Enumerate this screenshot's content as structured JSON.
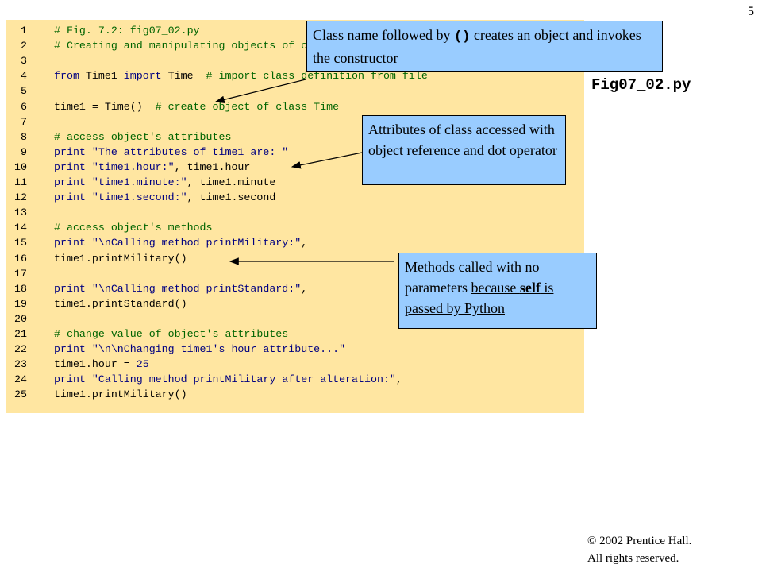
{
  "slide_number": "5",
  "filename": "Fig07_02.py",
  "code_lines": [
    {
      "num": "1",
      "parts": [
        {
          "t": "# Fig. 7.2: fig07_02.py",
          "c": "cm"
        }
      ]
    },
    {
      "num": "2",
      "parts": [
        {
          "t": "# Creating and manipulating objects of class Time.",
          "c": "cm"
        }
      ]
    },
    {
      "num": "3",
      "parts": []
    },
    {
      "num": "4",
      "parts": [
        {
          "t": "from",
          "c": "kw"
        },
        {
          "t": " Time1 ",
          "c": "plain"
        },
        {
          "t": "import",
          "c": "kw"
        },
        {
          "t": " Time  ",
          "c": "plain"
        },
        {
          "t": "# import class definition from file",
          "c": "cm"
        }
      ]
    },
    {
      "num": "5",
      "parts": []
    },
    {
      "num": "6",
      "parts": [
        {
          "t": "time1 = Time()  ",
          "c": "plain"
        },
        {
          "t": "# create object of class Time",
          "c": "cm"
        }
      ]
    },
    {
      "num": "7",
      "parts": []
    },
    {
      "num": "8",
      "parts": [
        {
          "t": "# access object's attributes",
          "c": "cm"
        }
      ]
    },
    {
      "num": "9",
      "parts": [
        {
          "t": "print",
          "c": "kw"
        },
        {
          "t": " ",
          "c": "plain"
        },
        {
          "t": "\"The attributes of time1 are: \"",
          "c": "str"
        }
      ]
    },
    {
      "num": "10",
      "parts": [
        {
          "t": "print",
          "c": "kw"
        },
        {
          "t": " ",
          "c": "plain"
        },
        {
          "t": "\"time1.hour:\"",
          "c": "str"
        },
        {
          "t": ", time1.hour",
          "c": "plain"
        }
      ]
    },
    {
      "num": "11",
      "parts": [
        {
          "t": "print",
          "c": "kw"
        },
        {
          "t": " ",
          "c": "plain"
        },
        {
          "t": "\"time1.minute:\"",
          "c": "str"
        },
        {
          "t": ", time1.minute",
          "c": "plain"
        }
      ]
    },
    {
      "num": "12",
      "parts": [
        {
          "t": "print",
          "c": "kw"
        },
        {
          "t": " ",
          "c": "plain"
        },
        {
          "t": "\"time1.second:\"",
          "c": "str"
        },
        {
          "t": ", time1.second",
          "c": "plain"
        }
      ]
    },
    {
      "num": "13",
      "parts": []
    },
    {
      "num": "14",
      "parts": [
        {
          "t": "# access object's methods",
          "c": "cm"
        }
      ]
    },
    {
      "num": "15",
      "parts": [
        {
          "t": "print",
          "c": "kw"
        },
        {
          "t": " ",
          "c": "plain"
        },
        {
          "t": "\"\\nCalling method printMilitary:\"",
          "c": "str"
        },
        {
          "t": ",",
          "c": "plain"
        }
      ]
    },
    {
      "num": "16",
      "parts": [
        {
          "t": "time1.printMilitary()",
          "c": "plain"
        }
      ]
    },
    {
      "num": "17",
      "parts": []
    },
    {
      "num": "18",
      "parts": [
        {
          "t": "print",
          "c": "kw"
        },
        {
          "t": " ",
          "c": "plain"
        },
        {
          "t": "\"\\nCalling method printStandard:\"",
          "c": "str"
        },
        {
          "t": ",",
          "c": "plain"
        }
      ]
    },
    {
      "num": "19",
      "parts": [
        {
          "t": "time1.printStandard()",
          "c": "plain"
        }
      ]
    },
    {
      "num": "20",
      "parts": []
    },
    {
      "num": "21",
      "parts": [
        {
          "t": "# change value of object's attributes",
          "c": "cm"
        }
      ]
    },
    {
      "num": "22",
      "parts": [
        {
          "t": "print",
          "c": "kw"
        },
        {
          "t": " ",
          "c": "plain"
        },
        {
          "t": "\"\\n\\nChanging time1's hour attribute...\"",
          "c": "str"
        }
      ]
    },
    {
      "num": "23",
      "parts": [
        {
          "t": "time1.hour = ",
          "c": "plain"
        },
        {
          "t": "25",
          "c": "kw"
        }
      ]
    },
    {
      "num": "24",
      "parts": [
        {
          "t": "print",
          "c": "kw"
        },
        {
          "t": " ",
          "c": "plain"
        },
        {
          "t": "\"Calling method printMilitary after alteration:\"",
          "c": "str"
        },
        {
          "t": ",",
          "c": "plain"
        }
      ]
    },
    {
      "num": "25",
      "parts": [
        {
          "t": "time1.printMilitary()",
          "c": "plain"
        }
      ]
    }
  ],
  "callouts": {
    "constructor": {
      "before": "Class name followed by ",
      "code": "()",
      "after": " creates an object and invokes the constructor"
    },
    "attributes": {
      "text": "Attributes of class accessed with object reference and dot operator"
    },
    "methods": {
      "p1": "Methods called with no parameters ",
      "p2": "because ",
      "p3": "self",
      "p4": " is passed by Python"
    }
  },
  "copyright": {
    "line1": "©  2002 Prentice Hall.",
    "line2": "All rights reserved."
  },
  "colors": {
    "code_bg": "#ffe6a1",
    "callout_bg": "#99ccff",
    "keyword": "#000080",
    "comment": "#006400"
  }
}
